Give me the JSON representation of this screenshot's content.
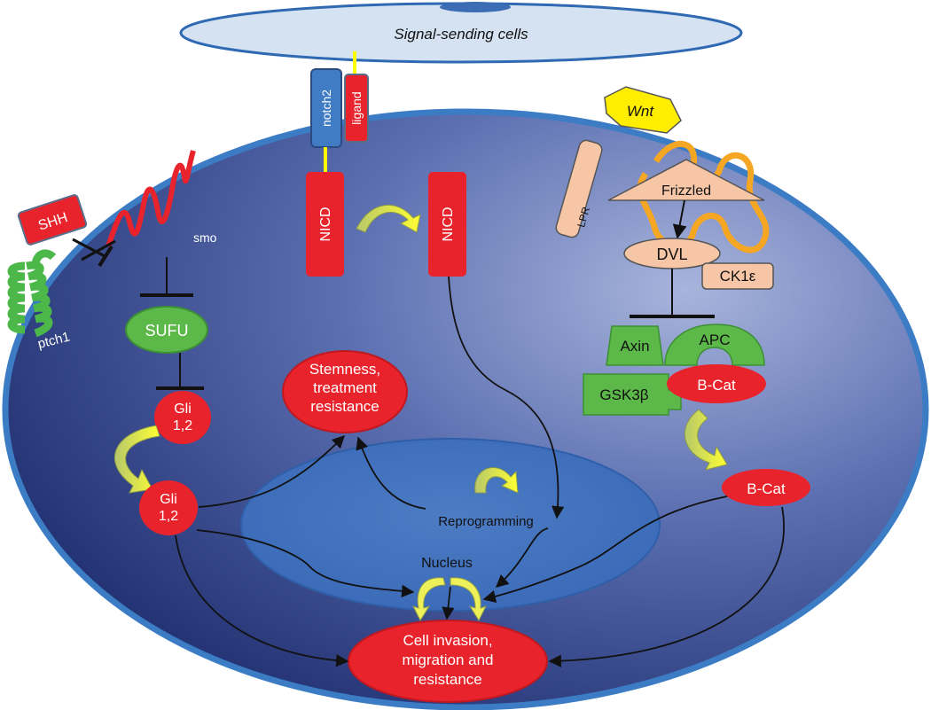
{
  "labels": {
    "signal_cells": "Signal-sending cells",
    "notch2": "notch2",
    "ligand": "ligand",
    "wnt": "Wnt",
    "lpr": "LPR",
    "frizzled": "Frizzled",
    "dvl": "DVL",
    "ck1e": "CK1ε",
    "axin": "Axin",
    "apc": "APC",
    "gsk3b": "GSK3β",
    "bcat_complex": "B-Cat",
    "bcat_free": "B-Cat",
    "shh": "SHH",
    "smo": "smo",
    "ptch1": "ptch1",
    "sufu": "SUFU",
    "gli_top": [
      "Gli",
      "1,2"
    ],
    "gli_bottom": [
      "Gli",
      "1,2"
    ],
    "nicd_left": "NICD",
    "nicd_right": "NICD",
    "stemness": [
      "Stemness,",
      "treatment",
      "resistance"
    ],
    "reprogramming": "Reprogramming",
    "nucleus": "Nucleus",
    "invasion": [
      "Cell invasion,",
      "migration and",
      "resistance"
    ]
  },
  "colors": {
    "node_red": "#e8232b",
    "node_green": "#5cb848",
    "node_peach": "#f6c6a7",
    "wnt_yellow": "#ffee00",
    "arrow_yellow": "#f0f050",
    "membrane_blue": "#3b7cc4",
    "signal_cell_fill": "#d4e2f2"
  }
}
